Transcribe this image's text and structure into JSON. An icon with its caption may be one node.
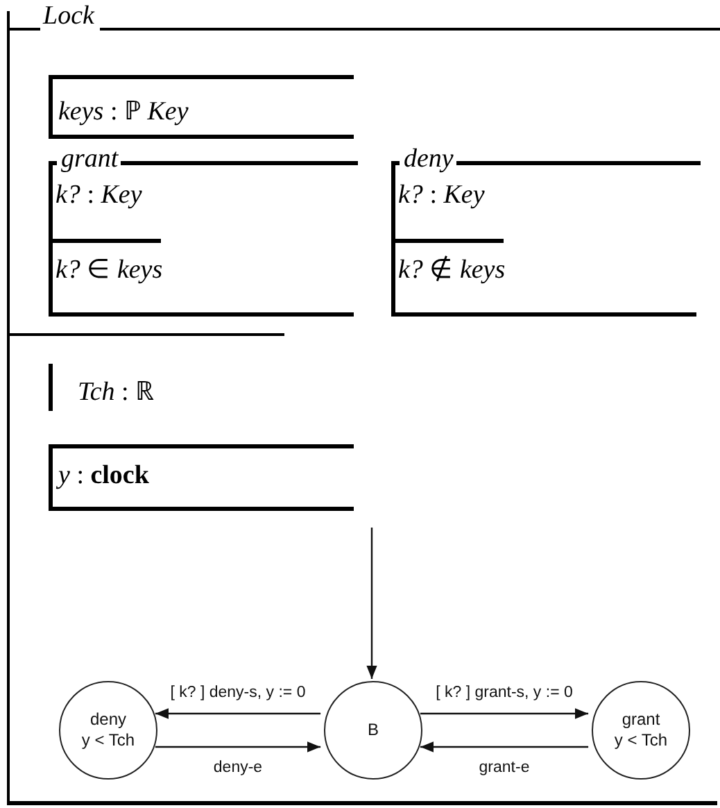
{
  "diagram": {
    "nodes": [
      {
        "text": [
          "Lock"
        ]
      },
      {
        "text": [
          "*keys* : ℙ *Key*"
        ],
        "in": 0
      },
      {
        "text": [
          "grant",
          "*k?* : *Key*",
          "*k?* ∈ *keys*"
        ],
        "in": 0
      },
      {
        "text": [
          "deny",
          "*k?* : *Key*",
          "*k?* ∉ *keys*"
        ],
        "in": 0
      },
      {
        "text": [
          "*Tch* : ℝ"
        ],
        "in": 0
      },
      {
        "text": [
          "*y* : **clock**"
        ],
        "in": 0
      },
      {
        "text": [
          "deny",
          "y < Tch"
        ],
        "in": 0
      },
      {
        "text": [
          "B"
        ],
        "in": 0
      },
      {
        "text": [
          "grant",
          "y < Tch"
        ],
        "in": 0
      }
    ],
    "edges": [
      {
        "from": null,
        "to": 7,
        "arrow": "to"
      },
      {
        "from": 7,
        "to": 6,
        "arrow": "to",
        "label": "[ k? ] deny-s, y := 0"
      },
      {
        "from": 6,
        "to": 7,
        "arrow": "to",
        "label": "deny-e"
      },
      {
        "from": 7,
        "to": 8,
        "arrow": "to",
        "label": "[ k? ] grant-s, y := 0"
      },
      {
        "from": 8,
        "to": 7,
        "arrow": "to",
        "label": "grant-e"
      }
    ]
  }
}
